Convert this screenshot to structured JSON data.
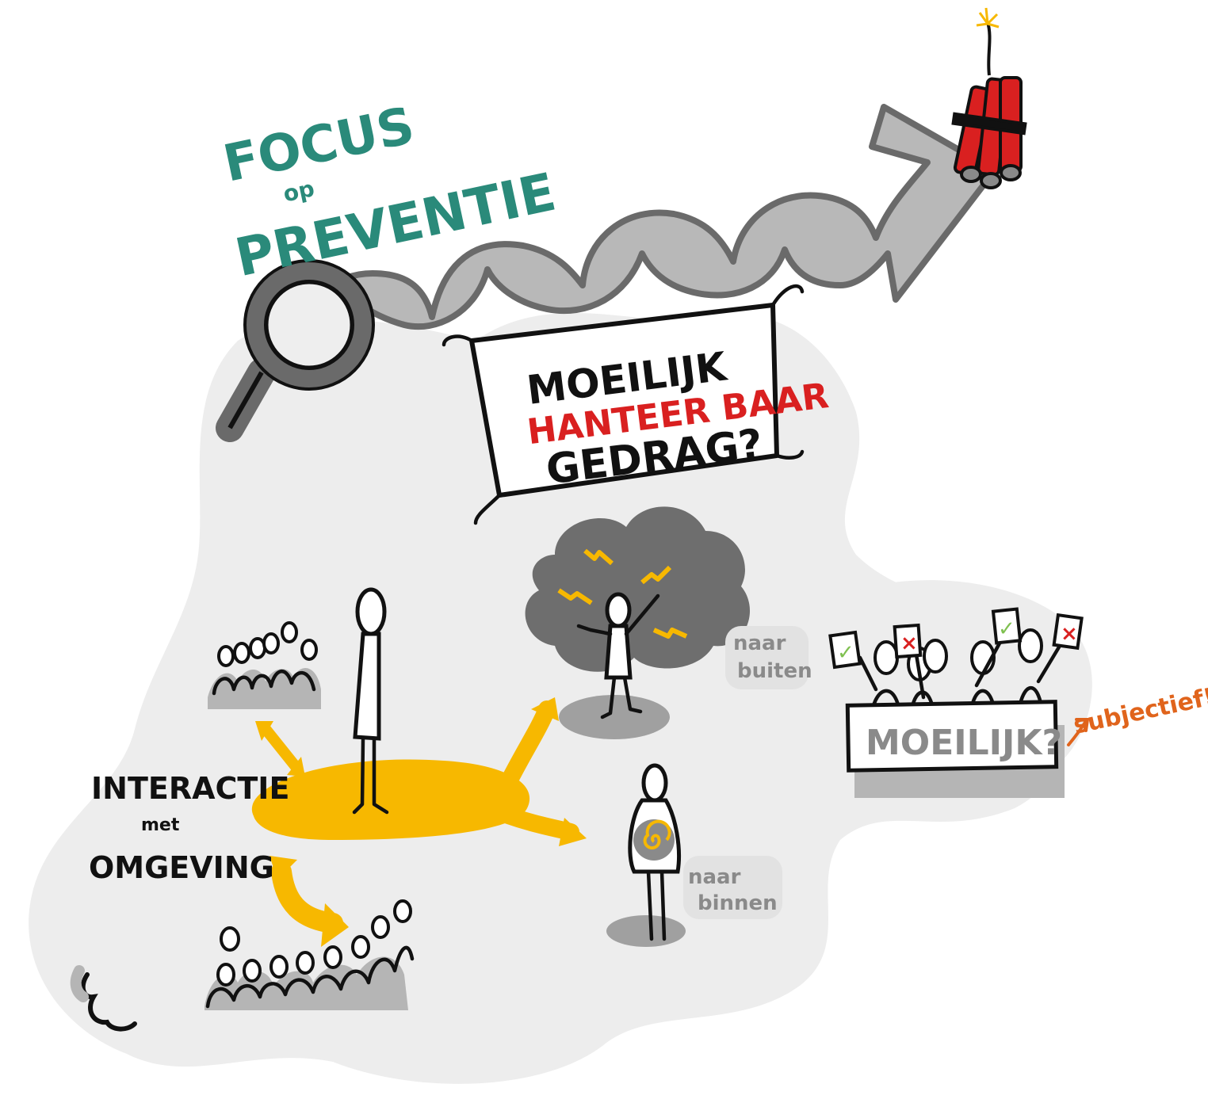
{
  "title": {
    "line1": "FOCUS",
    "line2": "op",
    "line3": "PREVENTIE"
  },
  "banner": {
    "line1": "MOEILIJK",
    "line2": "HANTEER BAAR",
    "line3": "GEDRAG?"
  },
  "interaction": {
    "line1": "INTERACTIE",
    "line2": "met",
    "line3": "OMGEVING"
  },
  "labels": {
    "outward_line1": "naar",
    "outward_line2": "buiten",
    "inward_line1": "naar",
    "inward_line2": "binnen"
  },
  "sign": {
    "text": "MOEILIJK?",
    "note": "subjectief!"
  },
  "cards": [
    "✓",
    "×",
    "✓",
    "×"
  ],
  "colors": {
    "title": "#2a8a7a",
    "accent_yellow": "#f7b800",
    "warning_red": "#d92020",
    "note_orange": "#e0641c",
    "background_gray": "#ededed",
    "arrow_gray": "#b8b8b8"
  },
  "icons": [
    "magnifier-icon",
    "dynamite-icon",
    "storm-cloud-icon",
    "spiral-icon"
  ]
}
